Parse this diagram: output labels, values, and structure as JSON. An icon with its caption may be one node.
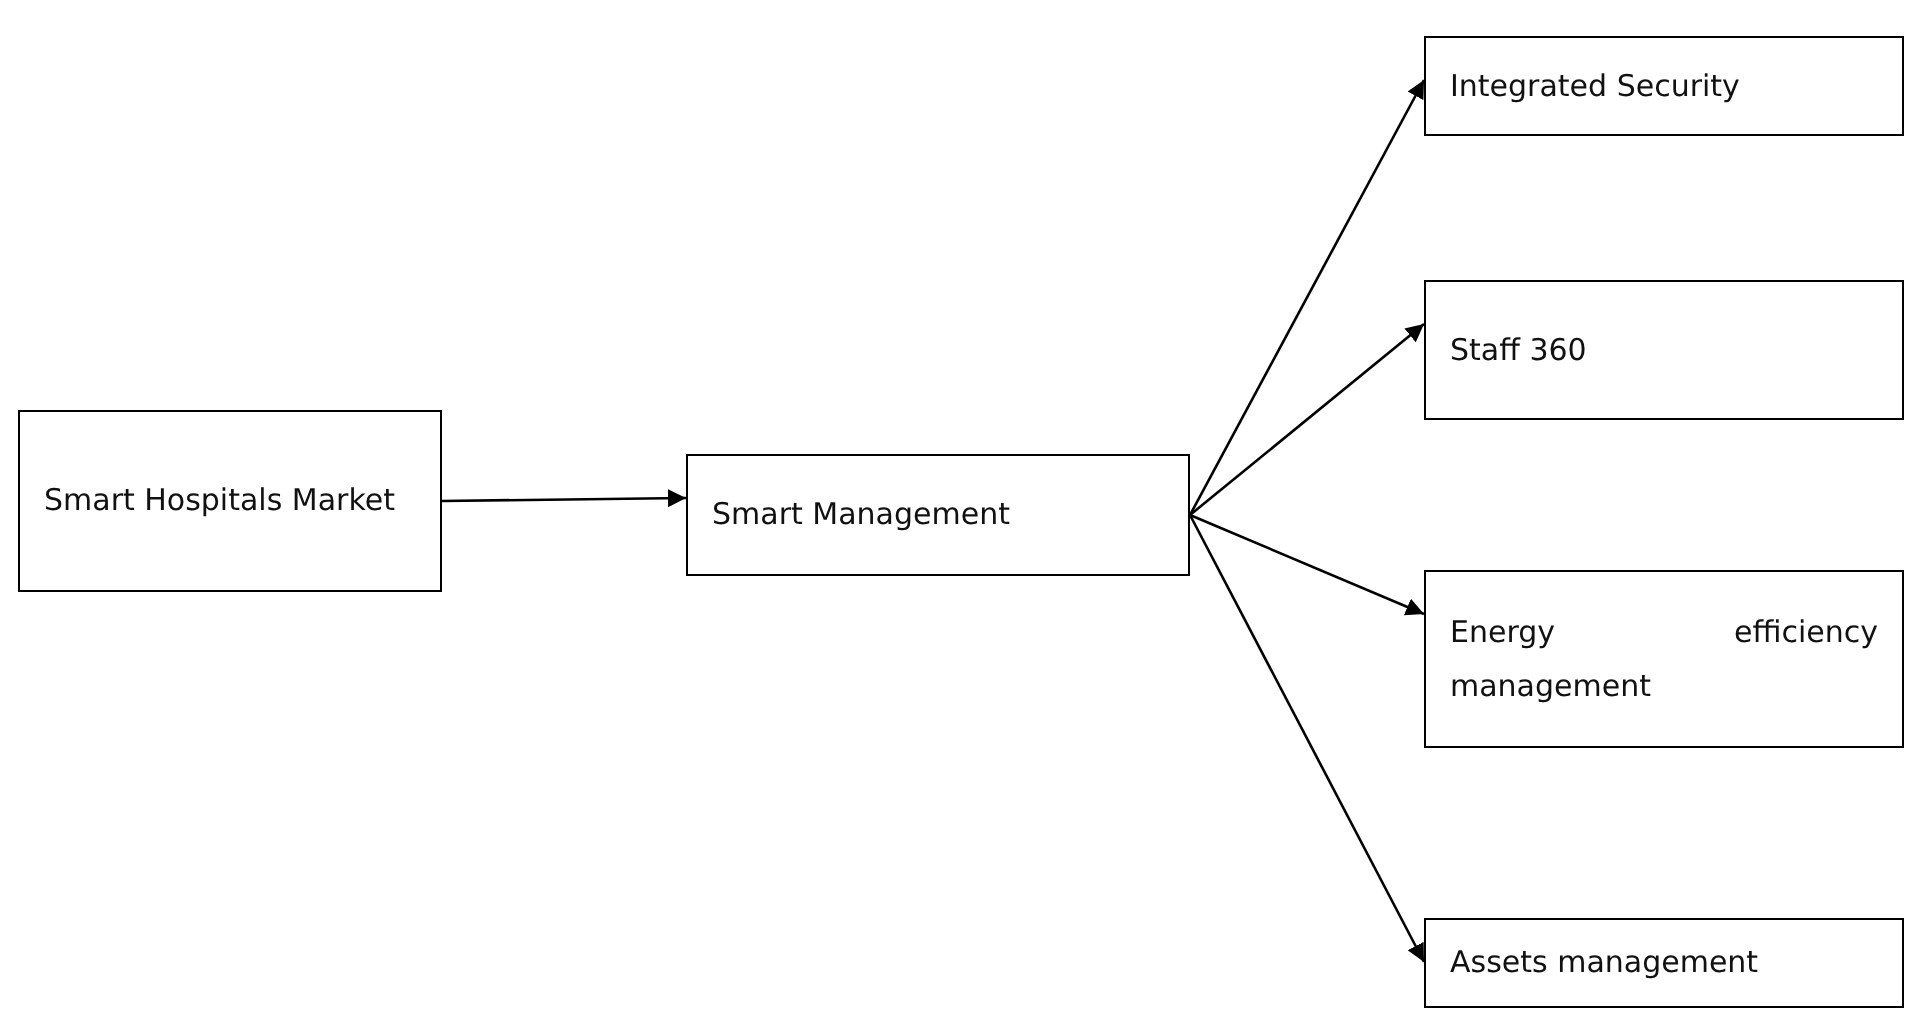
{
  "diagram": {
    "nodes": [
      {
        "text": [
          "Smart Hospitals Market"
        ]
      },
      {
        "text": [
          "Smart Management"
        ]
      },
      {
        "text": [
          "Integrated Security"
        ]
      },
      {
        "text": [
          "Staff 360"
        ]
      },
      {
        "text": [
          "Energy efficiency management"
        ]
      },
      {
        "text": [
          "Assets management"
        ]
      }
    ],
    "edges": [
      {
        "from": 0,
        "to": 1,
        "arrow": "to"
      },
      {
        "from": 1,
        "to": 2,
        "arrow": "to"
      },
      {
        "from": 1,
        "to": 3,
        "arrow": "to"
      },
      {
        "from": 1,
        "to": 4,
        "arrow": "to"
      },
      {
        "from": 1,
        "to": 5,
        "arrow": "to"
      }
    ]
  }
}
